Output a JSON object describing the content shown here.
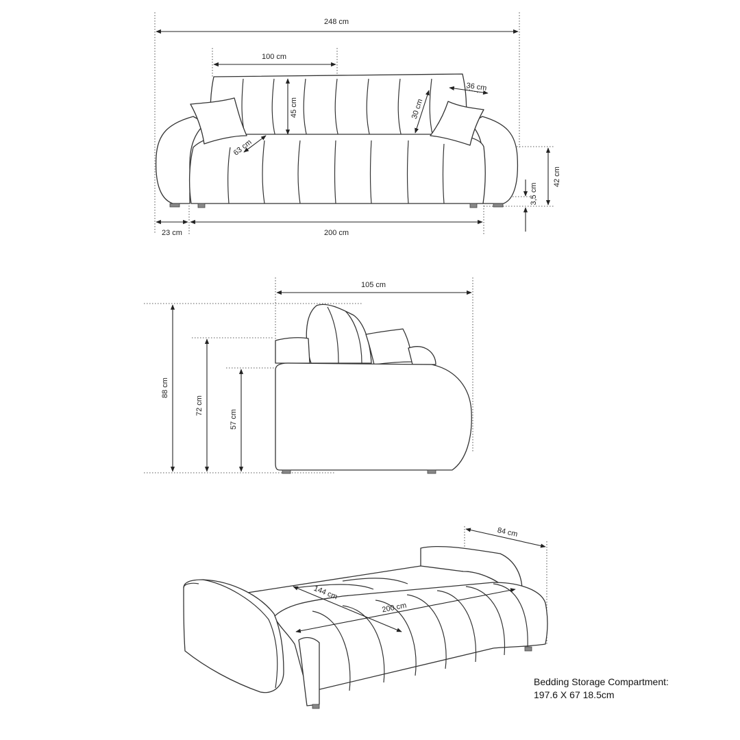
{
  "front_view": {
    "overall_width": "248 cm",
    "backrest_width": "100 cm",
    "backrest_height": "45 cm",
    "pillow_length": "36 cm",
    "pillow_height": "30 cm",
    "seat_diagonal": "63 cm",
    "seat_height": "42 cm",
    "leg_height": "3,5 cm",
    "arm_width": "23 cm",
    "seat_width": "200 cm"
  },
  "side_view": {
    "depth": "105 cm",
    "total_height": "88 cm",
    "backrest_top_height": "72 cm",
    "armrest_height": "57 cm"
  },
  "bed_view": {
    "sleeping_depth": "144 cm",
    "sleeping_length": "200 cm",
    "arm_depth": "84 cm"
  },
  "storage_note": {
    "line1": "Bedding Storage Compartment:",
    "line2": "197.6 X 67 18.5cm"
  }
}
